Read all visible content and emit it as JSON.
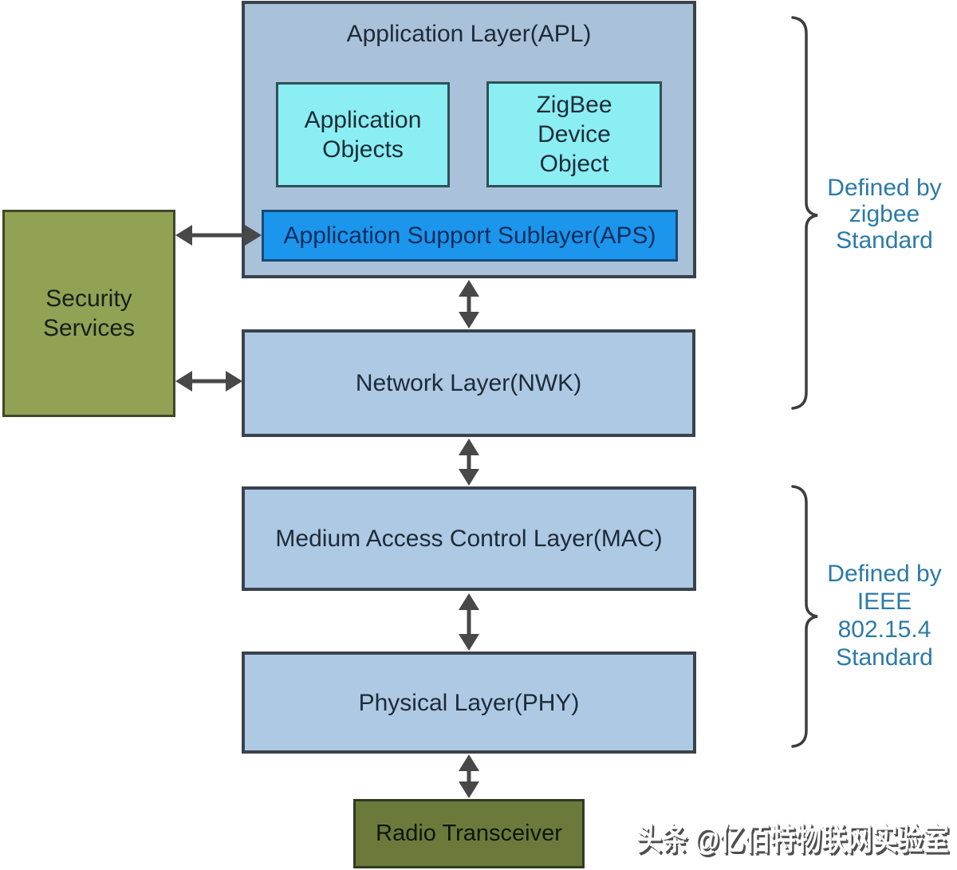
{
  "boxes": {
    "apl": {
      "title": "Application Layer(APL)"
    },
    "application_objects": {
      "label": "Application\nObjects"
    },
    "zigbee_device_object": {
      "label": "ZigBee\nDevice\nObject"
    },
    "aps": {
      "label": "Application Support Sublayer(APS)"
    },
    "security_services": {
      "label": "Security\nServices"
    },
    "network": {
      "label": "Network Layer(NWK)"
    },
    "mac": {
      "label": "Medium Access Control Layer(MAC)"
    },
    "physical": {
      "label": "Physical Layer(PHY)"
    },
    "radio_transceiver": {
      "label": "Radio Transceiver"
    }
  },
  "annotations": {
    "zigbee_standard": {
      "label": "Defined by\nzigbee\nStandard"
    },
    "ieee_standard": {
      "label": "Defined by\nIEEE\n802.15.4\nStandard"
    }
  },
  "watermark": {
    "label": "头条 @亿佰特物联网实验室"
  },
  "icons": {
    "vertical_arrow": "double-headed-arrow-vertical",
    "horizontal_arrow": "double-headed-arrow-horizontal",
    "brace": "right-curly-brace"
  },
  "colors": {
    "apl_fill": "#a9c1d9",
    "layer_fill": "#aec9e3",
    "inner_cyan_fill": "#8aeef2",
    "aps_fill": "#1b96ec",
    "security_fill": "#92a254",
    "radio_fill": "#6b7a3b",
    "box_border": "#3a424c",
    "arrow": "#484848",
    "annotation_text": "#2b7aa6",
    "box_text": "#1d2b38"
  }
}
